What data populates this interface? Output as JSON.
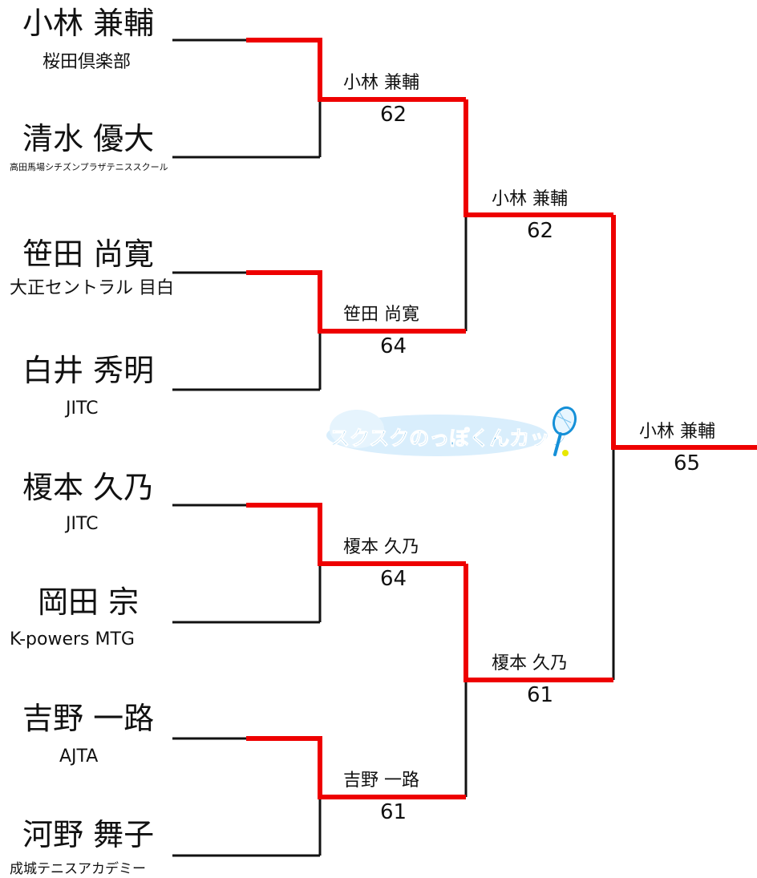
{
  "colors": {
    "winner_path": "#ee0000",
    "line": "#111111",
    "logo_text": "#1590d8",
    "logo_shadow": "#cfe9fb"
  },
  "logo": {
    "text": "スクスクのっぽくんカップ",
    "icon": "tennis-racket-icon"
  },
  "players": [
    {
      "name": "小林 兼輔",
      "club": "桜田倶楽部"
    },
    {
      "name": "清水 優大",
      "club": "高田馬場シチズンプラザテニススクール"
    },
    {
      "name": "笹田 尚寛",
      "club": "大正セントラル 目白"
    },
    {
      "name": "白井 秀明",
      "club": "JITC"
    },
    {
      "name": "榎本 久乃",
      "club": "JITC"
    },
    {
      "name": "岡田 宗",
      "club": "K-powers MTG"
    },
    {
      "name": "吉野 一路",
      "club": "AJTA"
    },
    {
      "name": "河野 舞子",
      "club": "成城テニスアカデミー"
    }
  ],
  "round1": [
    {
      "winner": "小林 兼輔",
      "score": "62"
    },
    {
      "winner": "笹田 尚寛",
      "score": "64"
    },
    {
      "winner": "榎本 久乃",
      "score": "64"
    },
    {
      "winner": "吉野 一路",
      "score": "61"
    }
  ],
  "semifinals": [
    {
      "winner": "小林 兼輔",
      "score": "62"
    },
    {
      "winner": "榎本 久乃",
      "score": "61"
    }
  ],
  "final": {
    "winner": "小林 兼輔",
    "score": "65"
  }
}
